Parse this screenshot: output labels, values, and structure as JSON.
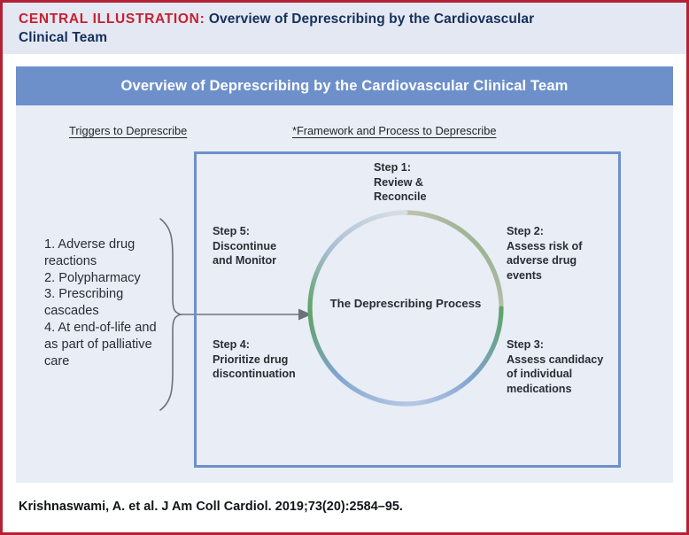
{
  "header": {
    "eyebrow": "CENTRAL ILLUSTRATION:",
    "title": "Overview of Deprescribing by the Cardiovascular",
    "title_line2": "Clinical Team"
  },
  "panel": {
    "title": "Overview of Deprescribing by the Cardiovascular Clinical Team",
    "title_bar_color": "#6D90CB",
    "background_color": "#E8EDF6"
  },
  "captions": {
    "triggers": "Triggers to Deprescribe",
    "framework": "*Framework and Process to Deprescribe"
  },
  "triggers": {
    "items": [
      "1. Adverse drug reactions",
      "2. Polypharmacy",
      "3. Prescribing cascades",
      "4. At end-of-life and as part of palliative care"
    ]
  },
  "circle": {
    "center_label": "The Deprescribing Process",
    "gradient_stops": [
      "#DBA83C",
      "#C8C3B4",
      "#9FB4C9",
      "#5FA368",
      "#5FA368",
      "#7FA3CE",
      "#AFC5E2",
      "#CBD7E8"
    ]
  },
  "steps": [
    {
      "id": "step-1",
      "title": "Step 1:",
      "line1": "Review &",
      "line2": "Reconcile",
      "line3": ""
    },
    {
      "id": "step-2",
      "title": "Step 2:",
      "line1": "Assess risk of",
      "line2": "adverse drug",
      "line3": "events"
    },
    {
      "id": "step-3",
      "title": "Step 3:",
      "line1": "Assess candidacy",
      "line2": "of individual",
      "line3": "medications"
    },
    {
      "id": "step-4",
      "title": "Step 4:",
      "line1": "Prioritize drug",
      "line2": "discontinuation",
      "line3": ""
    },
    {
      "id": "step-5",
      "title": "Step 5:",
      "line1": "Discontinue",
      "line2": "and Monitor",
      "line3": ""
    }
  ],
  "citation": "Krishnaswami, A. et al. J Am Coll Cardiol. 2019;73(20):2584–95.",
  "colors": {
    "border_red": "#B22234",
    "eyebrow_red": "#C8202F",
    "title_navy": "#16305B",
    "header_band": "#E3E8F3",
    "panel_blue": "#6D90CB",
    "connector_gray": "#6E7278"
  }
}
